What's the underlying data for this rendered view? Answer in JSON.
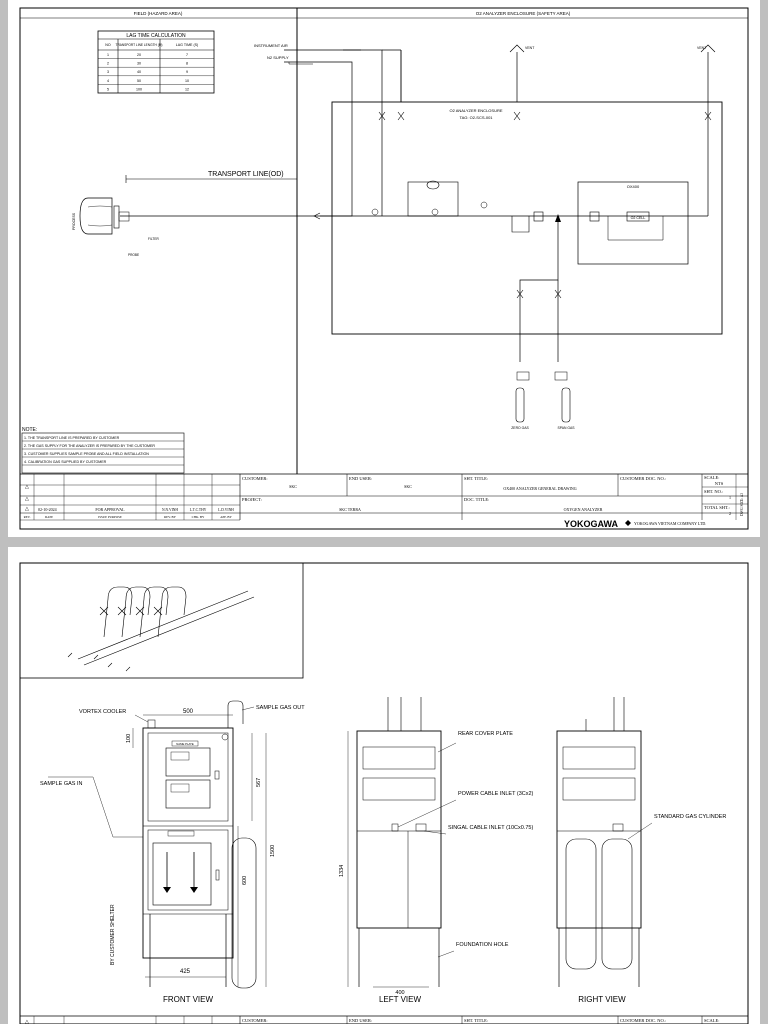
{
  "sheet1": {
    "zones": {
      "field": "FIELD (HAZARD AREA)",
      "enclosure": "O2 ANALYZER ENCLOSURE (SAFETY AREA)"
    },
    "lag_table": {
      "title": "LAG TIME CALCULATION",
      "headers": [
        "NO",
        "TRANSPORT LINE LENGTH (M)",
        "LAG TIME (S)"
      ],
      "rows": [
        [
          "1",
          "20",
          "7"
        ],
        [
          "2",
          "30",
          "8"
        ],
        [
          "3",
          "40",
          "9"
        ],
        [
          "4",
          "50",
          "10"
        ],
        [
          "5",
          "100",
          "12"
        ]
      ]
    },
    "labels": {
      "instrument_air": "INSTRUMENT AIR",
      "n2_supply": "N2 SUPPLY",
      "vent1": "VENT",
      "vent2": "VENT",
      "enclosure_title": "O2 ANALYZER ENCLOSURE",
      "enclosure_tag": "TAG: O2-SCS-001",
      "transport_line": "TRANSPORT LINE(OD)",
      "analyzer_box": "OX400",
      "o2_cell": "O2 CELL",
      "cal_gas_1": "ZERO GAS",
      "cal_gas_2": "SPAN GAS",
      "process": "PROCESS",
      "probe": "PROBE",
      "filter": "FILTER",
      "note_title": "NOTE:"
    },
    "notes": [
      "1. THE TRANSPORT LINE IS PREPARED BY CUSTOMER",
      "2. THE GAS SUPPLY FOR THE ANALYZER IS PREPARED BY THE CUSTOMER",
      "3. CUSTOMER SUPPLIES SAMPLE PROBE AND ALL FIELD INSTALLATION",
      "4. CALIBRATION GAS SUPPLIED BY CUSTOMER"
    ],
    "revisions": [
      {
        "rev": "A",
        "date": "02-10-2024",
        "desc": "FOR APPROVAL",
        "dwn": "N.N.VINH",
        "chk": "L.T.C.THY",
        "app": "L.D.VINH"
      }
    ],
    "rev_headers": {
      "rev": "REV.",
      "date": "DATE",
      "desc": "ISSUE PURPOSE",
      "dwn": "REV. BY",
      "chk": "CHK. BY",
      "app": "APP. BY"
    },
    "title_block": {
      "customer_label": "CUSTOMER:",
      "customer": "SKC",
      "end_user_label": "END USER:",
      "end_user": "SKC",
      "sht_title_label": "SHT. TITLE:",
      "sht_title": "OX400 ANALYZER GENERAL DRAWING",
      "cust_doc_label": "CUSTOMER DOC. NO.:",
      "scale_label": "SCALE:",
      "scale": "NTS",
      "project_label": "PROJECT:",
      "project": "SKC TERRA",
      "doc_title_label": "DOC. TITLE:",
      "doc_title": "OXYGEN ANALYZER",
      "sht_no_label": "SHT. NO.:",
      "sht_no": "1",
      "total_label": "TOTAL SHT.:",
      "total": "2",
      "size": "DWG SIZE: A3",
      "logo": "YOKOGAWA",
      "company": "YOKOGAWA VIETNAM COMPANY LTD."
    }
  },
  "sheet2": {
    "views": {
      "front": "FRONT VIEW",
      "left": "LEFT VIEW",
      "right": "RIGHT VIEW"
    },
    "callouts": {
      "vortex": "VORTEX COOLER",
      "sample_out": "SAMPLE GAS OUT",
      "sample_in": "SAMPLE GAS IN",
      "rear_cover": "REAR COVER PLATE",
      "power": "POWER CABLE INLET (3Cx2)",
      "signal": "SINGAL CABLE INLET (10Cx0.75)",
      "foundation": "FOUNDATION HOLE",
      "std_gas": "STANDARD GAS CYLINDER",
      "name_plate": "NAME PLATE",
      "shelter": "BY CUSTOMER SHELTER"
    },
    "dims": {
      "width": "500",
      "top": "100",
      "h1": "567",
      "h2": "600",
      "h3": "1500",
      "h4": "1334",
      "base": "425",
      "depth": "400"
    },
    "title_block": {
      "customer_label": "CUSTOMER:",
      "end_user_label": "END USER:",
      "sht_title_label": "SHT. TITLE:",
      "cust_doc_label": "CUSTOMER DOC. NO.:",
      "scale_label": "SCALE:"
    }
  }
}
